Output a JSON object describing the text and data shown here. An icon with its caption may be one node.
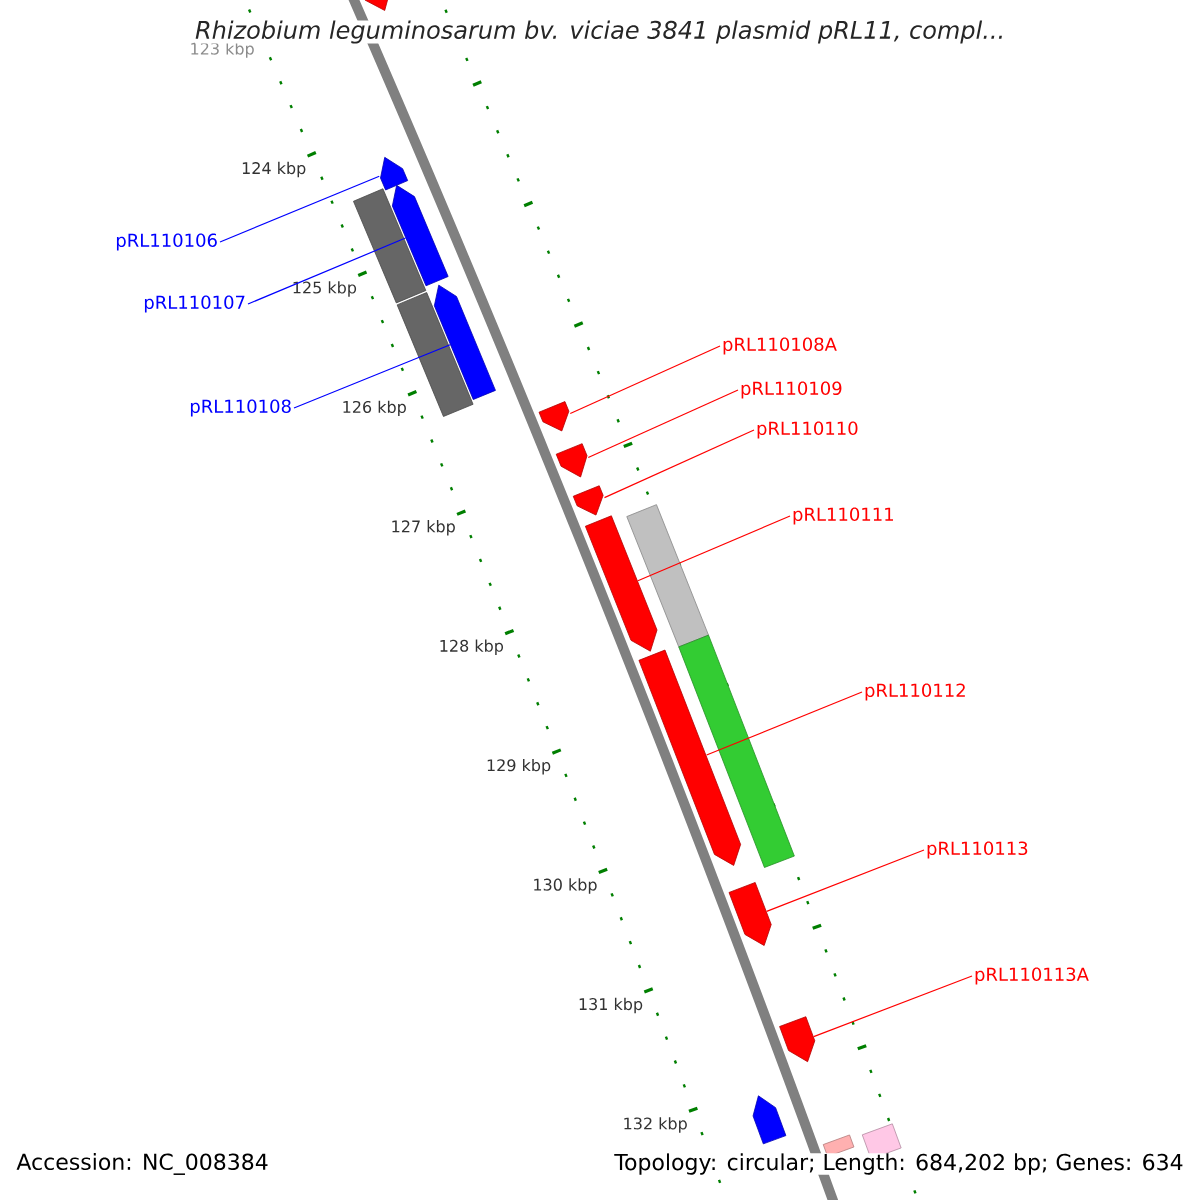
{
  "diagram": {
    "title": "Rhizobium leguminosarum bv. viciae 3841 plasmid pRL11, compl...",
    "nodes": [
      {
        "text": [
          "pRL110106"
        ]
      },
      {
        "text": [
          "pRL110107"
        ]
      },
      {
        "text": [
          "pRL110108"
        ]
      },
      {
        "text": [
          "pRL110108A"
        ]
      },
      {
        "text": [
          "pRL110109"
        ]
      },
      {
        "text": [
          "pRL110110"
        ]
      },
      {
        "text": [
          "pRL110111"
        ]
      },
      {
        "text": [
          "pRL110112"
        ]
      },
      {
        "text": [
          "pRL110113"
        ]
      },
      {
        "text": [
          "pRL110113A"
        ]
      },
      {
        "text": [],
        "shape": "box"
      },
      {
        "text": [],
        "shape": "box"
      },
      {
        "text": [],
        "shape": "bar"
      },
      {
        "text": [],
        "shape": "box"
      },
      {
        "text": [],
        "shape": "bar"
      },
      {
        "text": [],
        "shape": "box"
      },
      {
        "text": [],
        "shape": "box"
      },
      {
        "text": [],
        "shape": "box"
      },
      {
        "text": [],
        "shape": "box"
      },
      {
        "text": [],
        "shape": "box"
      },
      {
        "text": [],
        "shape": "bar"
      },
      {
        "text": [],
        "shape": "box"
      },
      {
        "text": [],
        "shape": "bar"
      },
      {
        "text": [],
        "shape": "box"
      },
      {
        "text": [],
        "shape": "box"
      },
      {
        "text": [],
        "shape": "box"
      },
      {
        "text": [],
        "shape": "bar"
      },
      {
        "text": [],
        "shape": "bar"
      }
    ],
    "edges": [
      {
        "from": 0,
        "to": 11,
        "arrow": "none",
        "color": "#0000ff"
      },
      {
        "from": 1,
        "to": 13,
        "arrow": "none",
        "color": "#0000ff"
      },
      {
        "from": 2,
        "to": 15,
        "arrow": "none",
        "color": "#0000ff"
      },
      {
        "from": 3,
        "to": 16,
        "arrow": "none"
      },
      {
        "from": 4,
        "to": 17,
        "arrow": "none"
      },
      {
        "from": 5,
        "to": 18,
        "arrow": "none"
      },
      {
        "from": 6,
        "to": 19,
        "arrow": "none"
      },
      {
        "from": 7,
        "to": 21,
        "arrow": "none"
      },
      {
        "from": 8,
        "to": 23,
        "arrow": "none"
      },
      {
        "from": 9,
        "to": 24,
        "arrow": "none"
      }
    ],
    "labels": [
      "123 kbp",
      "124 kbp",
      "125 kbp",
      "126 kbp",
      "127 kbp",
      "128 kbp",
      "129 kbp",
      "130 kbp",
      "131 kbp",
      "132 kbp",
      "Accession: NC_008384",
      "Topology: circular; Length: 684,202 bp; Genes: 634"
    ]
  }
}
